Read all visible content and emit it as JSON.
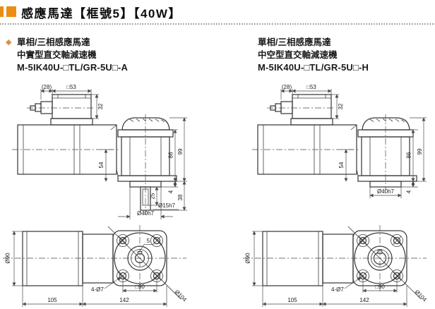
{
  "header": {
    "title": "感應馬達【框號5】【40W】"
  },
  "columns": [
    {
      "bullet": "◆",
      "heading_line1": "單相/三相感應馬達",
      "heading_line2": "中實型直交軸減速機",
      "model": "M-5IK40U-□TL/GR-5U□-A",
      "side_view": {
        "cable_clearance": "(28)",
        "terminal_box": "□53",
        "box_height": "32",
        "center_height": "54",
        "height_86": "86",
        "height_99": "99",
        "boss_height": "4",
        "shaft_total": "38",
        "key_length": "25",
        "shaft_dia": "Ø15h7",
        "boss_dia": "Ø40h7"
      },
      "front_view": {
        "motor_dia": "Ø90",
        "motor_length": "105",
        "gear_length": "142",
        "mount_holes": "4-Ø7",
        "bolt_square": "□90",
        "flange_dia": "Ø104",
        "key_width": "5"
      }
    },
    {
      "heading_line1": "單相/三相感應馬達",
      "heading_line2": "中空型直交軸減速機",
      "model": "M-5IK40U-□TL/GR-5U□-H",
      "side_view": {
        "cable_clearance": "(28)",
        "terminal_box": "□53",
        "box_height": "32",
        "center_height": "54",
        "height_86": "86",
        "height_99": "99",
        "boss_height": "4",
        "boss_dia": "Ø40h7"
      },
      "front_view": {
        "motor_dia": "Ø90",
        "motor_length": "105",
        "gear_length": "142",
        "mount_holes": "4-Ø7",
        "bolt_square": "□90",
        "flange_dia": "Ø104"
      }
    }
  ]
}
